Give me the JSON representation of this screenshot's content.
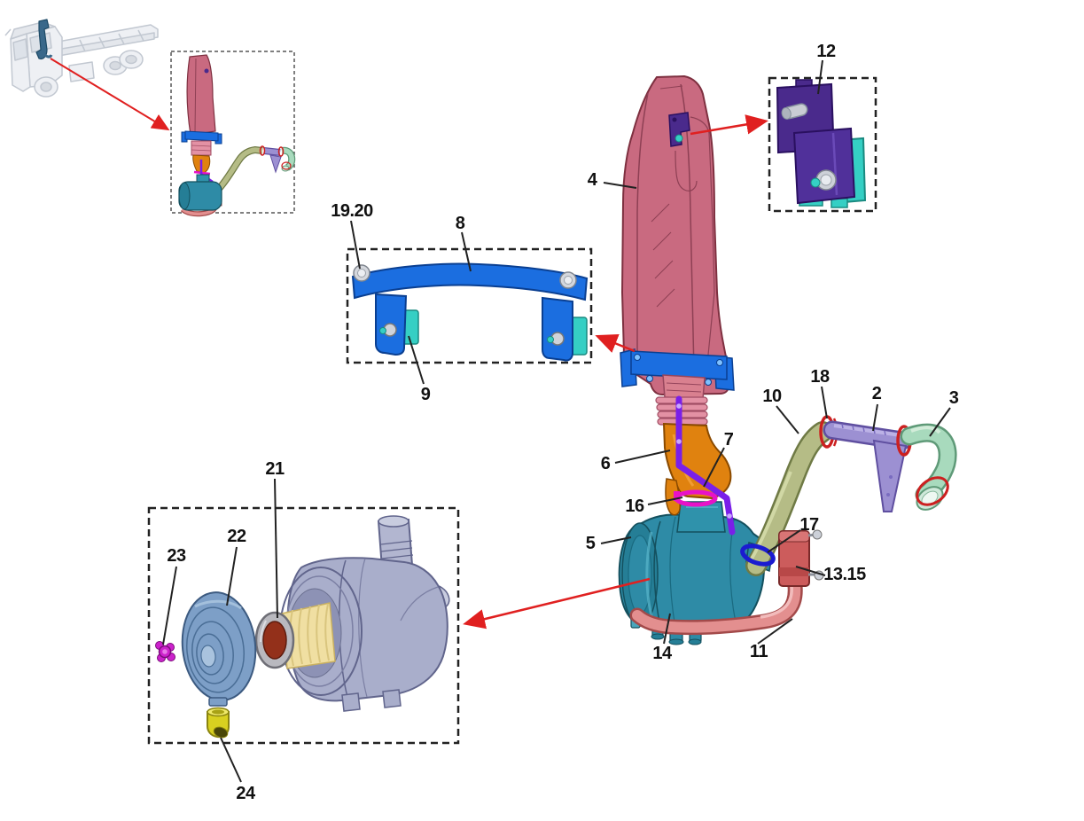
{
  "callouts": {
    "c2": "2",
    "c3": "3",
    "c4": "4",
    "c5": "5",
    "c6": "6",
    "c7": "7",
    "c8": "8",
    "c9": "9",
    "c10": "10",
    "c11": "11",
    "c12": "12",
    "c13_15": "13.15",
    "c14": "14",
    "c16": "16",
    "c17": "17",
    "c18": "18",
    "c19_20": "19.20",
    "c21": "21",
    "c22": "22",
    "c23": "23",
    "c24": "24"
  },
  "palette": {
    "duct_pink": "#c96a80",
    "duct_outline": "#7e3040",
    "bracket_blue": "#1b6ee0",
    "pad_teal": "#35cfc4",
    "bracket_purple": "#4a2a8c",
    "connector_orange": "#e0820f",
    "rod_violet": "#7a1fe8",
    "clamp_magenta": "#e812c8",
    "air_cleaner_teal": "#2e8ba6",
    "tube_olive": "#b5bc86",
    "tube_lilac": "#9c90d2",
    "elbow_green": "#a8dabd",
    "clamp_red": "#cc2020",
    "clamp_blue": "#1b1bd0",
    "hose_salmon": "#e08a8a",
    "flange_red": "#cc5c5c",
    "housing_lavender": "#a9aecb",
    "cover_steelblue": "#7d9fc7",
    "element_yellow": "#f0dfa2",
    "element_core": "#93301a",
    "wingnut_magenta": "#cc22cc",
    "drain_yellow": "#d8d020",
    "arrow_red": "#e02020",
    "label_black": "#111111"
  }
}
